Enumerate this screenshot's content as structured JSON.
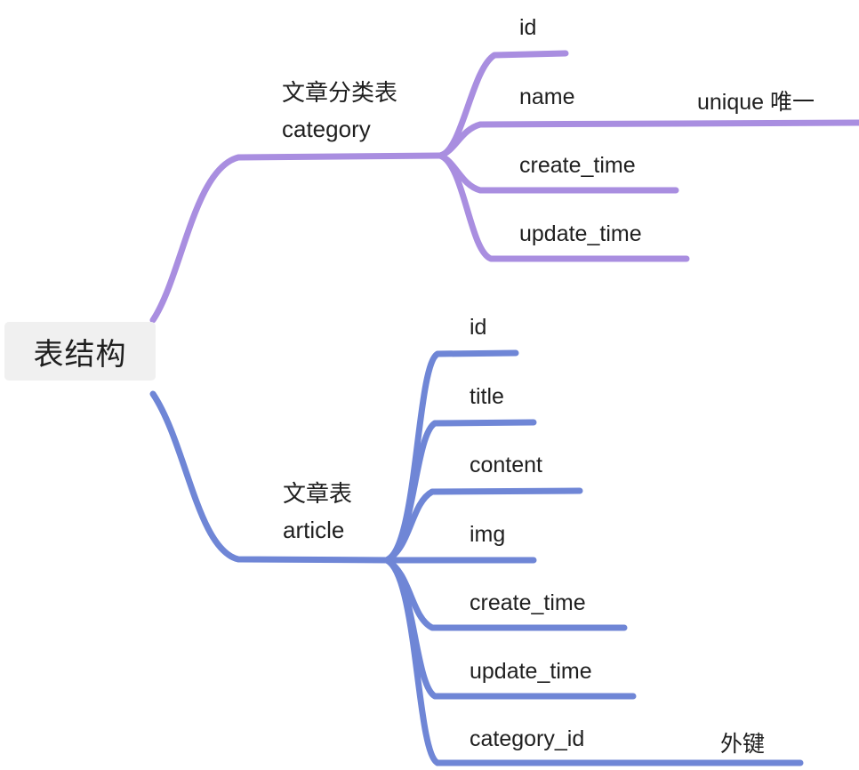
{
  "diagram": {
    "type": "mind-map",
    "title": "表结构",
    "colors": {
      "category_branch": "#a храм"
    }
  },
  "root": {
    "label": "表结构"
  },
  "branches": [
    {
      "id": "category",
      "color": "#a98ee0",
      "title_cn": "文章分类表",
      "title_en": "category",
      "children": [
        {
          "label": "id",
          "note": ""
        },
        {
          "label": "name",
          "note": "unique 唯一"
        },
        {
          "label": "create_time",
          "note": ""
        },
        {
          "label": "update_time",
          "note": ""
        }
      ]
    },
    {
      "id": "article",
      "color": "#6f86d6",
      "title_cn": "文章表",
      "title_en": "article",
      "children": [
        {
          "label": "id",
          "note": ""
        },
        {
          "label": "title",
          "note": ""
        },
        {
          "label": "content",
          "note": ""
        },
        {
          "label": "img",
          "note": ""
        },
        {
          "label": "create_time",
          "note": ""
        },
        {
          "label": "update_time",
          "note": ""
        },
        {
          "label": "category_id",
          "note": "外键"
        }
      ]
    }
  ]
}
